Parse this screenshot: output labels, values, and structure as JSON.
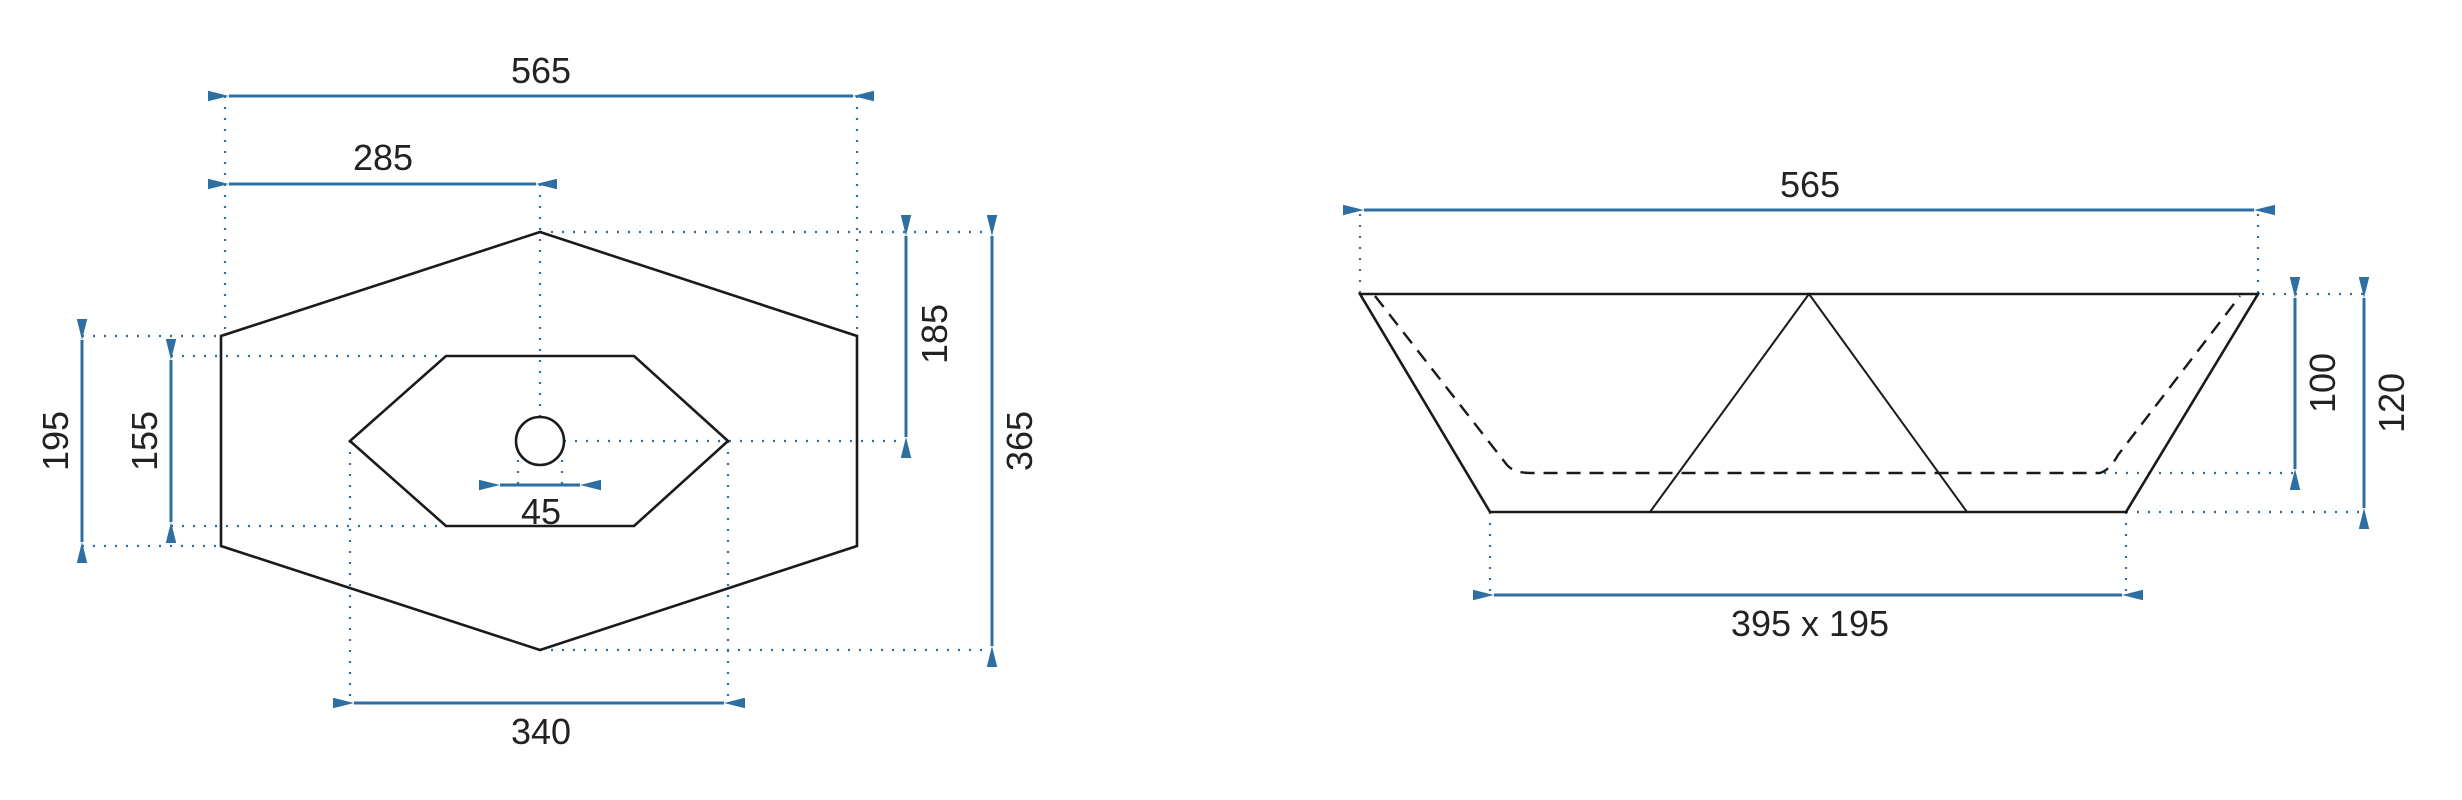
{
  "colors": {
    "dimension": "#2e6fa3",
    "outline": "#1a1a1a"
  },
  "top_view": {
    "overall_width": "565",
    "drain_offset": "285",
    "drain_to_back": "185",
    "overall_depth": "365",
    "side_height": "195",
    "bowl_side_height": "155",
    "bowl_width": "340",
    "drain_diameter": "45"
  },
  "side_view": {
    "overall_width": "565",
    "inner_depth": "100",
    "overall_height": "120",
    "base_size": "395 x 195"
  }
}
